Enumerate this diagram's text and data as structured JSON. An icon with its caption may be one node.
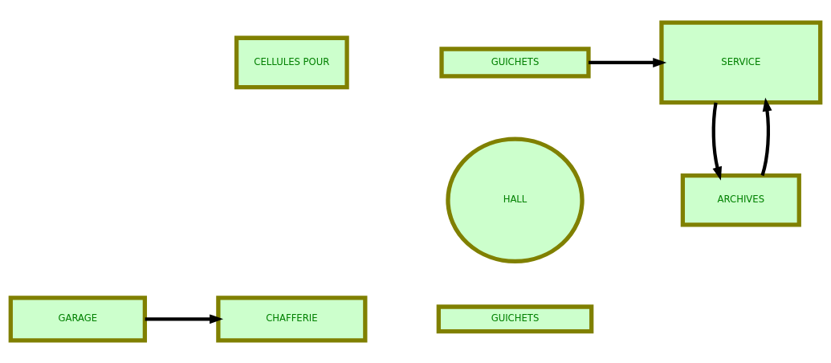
{
  "diagram": {
    "nodes": [
      {
        "text": [
          "CELLULES POUR"
        ]
      },
      {
        "text": [
          "SERVICE"
        ]
      },
      {
        "text": [
          "GUICHETS"
        ]
      },
      {
        "text": [
          "ARCHIVES"
        ]
      },
      {
        "text": [
          "HALL"
        ]
      },
      {
        "text": [
          "CHAFFERIE"
        ]
      },
      {
        "text": [
          "GARAGE"
        ]
      },
      {
        "text": [
          "GUICHETS"
        ]
      }
    ],
    "edges": [
      {
        "from": 2,
        "to": 1,
        "arrow": "to"
      },
      {
        "from": 3,
        "to": 1,
        "arrow": "to"
      },
      {
        "from": 1,
        "to": 3,
        "arrow": "to"
      },
      {
        "from": 6,
        "to": 5,
        "arrow": "to"
      }
    ]
  }
}
